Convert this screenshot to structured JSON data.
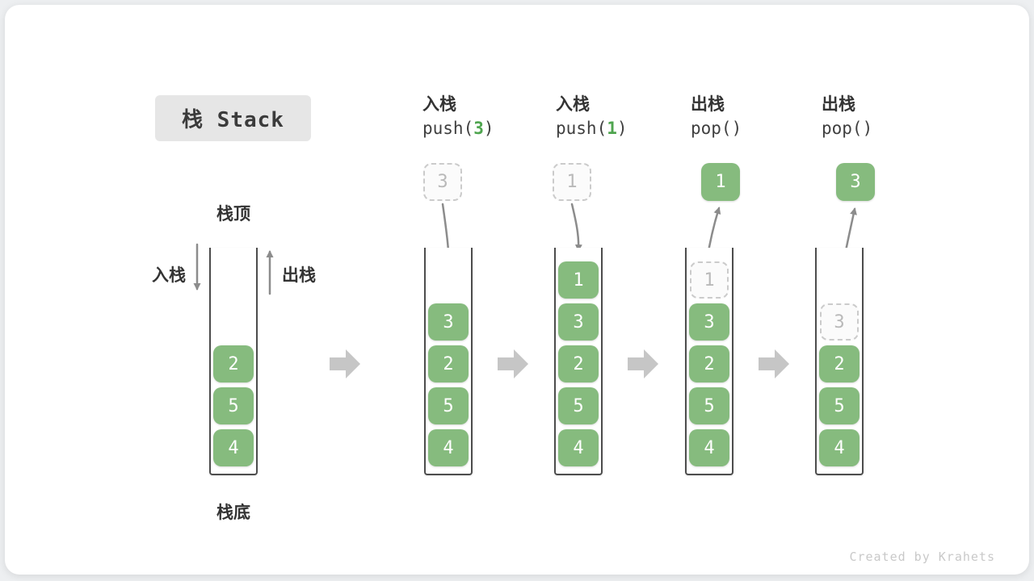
{
  "page": {
    "title_badge": "栈 Stack",
    "watermark": "Created by Krahets"
  },
  "legend": {
    "stack_top": "栈顶",
    "stack_bottom": "栈底",
    "push_in": "入栈",
    "pop_out": "出栈"
  },
  "colors": {
    "green": "#86BB7E",
    "arg_green": "#4FA54F",
    "ghost_border": "#CBCBCB",
    "ghost_text": "#B9B9B9",
    "arrow": "#8C8C8C",
    "fat_arrow": "#C6C6C6",
    "wall": "#4D4D4D",
    "text_dark": "#333333",
    "title_bg": "#E6E6E6",
    "watermark": "#C9C9C9",
    "card_bg": "#FFFFFF",
    "page_bg": "#EDEFF1"
  },
  "columns": [
    {
      "name": "stack-initial",
      "cells": [
        "2",
        "5",
        "4"
      ]
    },
    {
      "name": "after-push-3",
      "label_cn": "入栈",
      "code_pre": "push(",
      "code_arg": "3",
      "code_post": ")",
      "float_value": "3",
      "cells": [
        "3",
        "2",
        "5",
        "4"
      ]
    },
    {
      "name": "after-push-1",
      "label_cn": "入栈",
      "code_pre": "push(",
      "code_arg": "1",
      "code_post": ")",
      "float_value": "1",
      "cells": [
        "1",
        "3",
        "2",
        "5",
        "4"
      ]
    },
    {
      "name": "after-pop-1",
      "label_cn": "出栈",
      "code_pre": "pop()",
      "float_value": "1",
      "ghost_value": "1",
      "cells": [
        "3",
        "2",
        "5",
        "4"
      ]
    },
    {
      "name": "after-pop-3",
      "label_cn": "出栈",
      "code_pre": "pop()",
      "float_value": "3",
      "ghost_value": "3",
      "cells": [
        "2",
        "5",
        "4"
      ]
    }
  ]
}
